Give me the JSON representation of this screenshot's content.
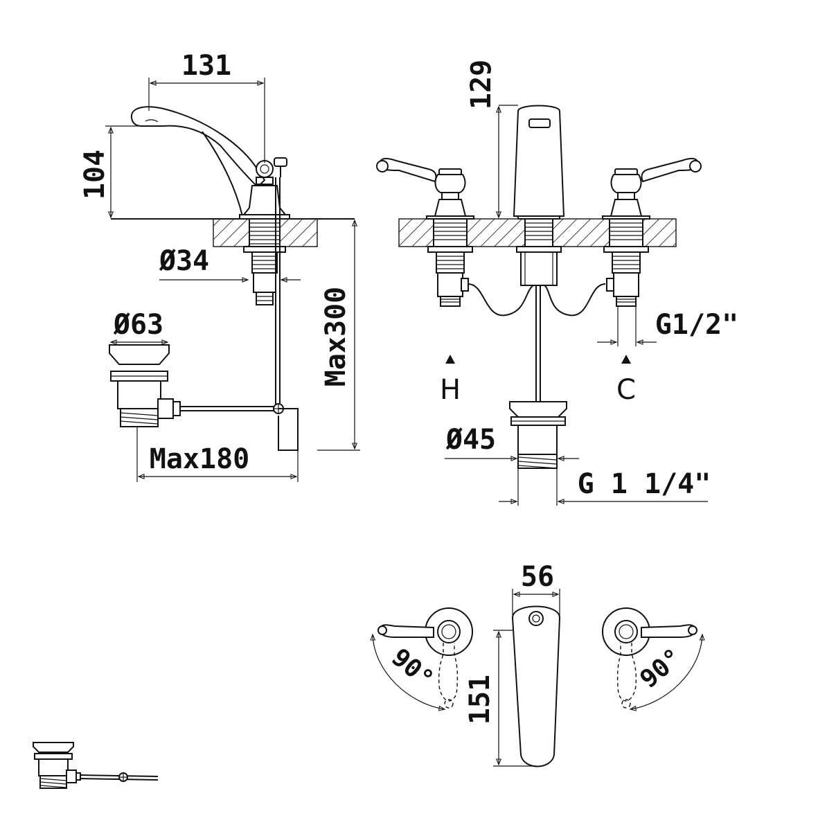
{
  "dimensions": {
    "spout_reach": "131",
    "spout_height": "104",
    "body_diameter": "Ø34",
    "waste_diameter": "Ø63",
    "max_depth": "Max300",
    "max_rod": "Max180",
    "spout_rise": "129",
    "hot_thread": "G1/2\"",
    "plug_diameter": "Ø45",
    "waste_thread": "G 1 1/4\"",
    "spout_width": "56",
    "spout_length": "151",
    "left_rotation": "90°",
    "right_rotation": "90°"
  },
  "labels": {
    "hot": "H",
    "cold": "C"
  },
  "colors": {
    "ink": "#111111",
    "paper": "#ffffff"
  }
}
